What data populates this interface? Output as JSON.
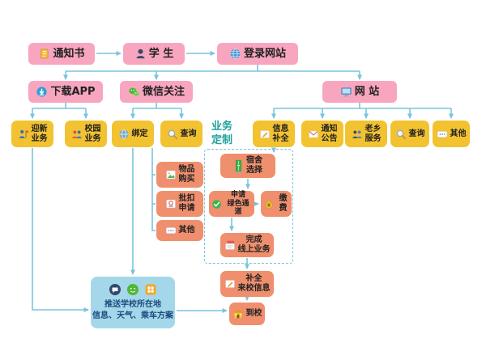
{
  "diagram": {
    "nodes": {
      "notice": "通知书",
      "student": "学 生",
      "login": "登录网站",
      "app": "下载APP",
      "wechat": "微信关注",
      "website": "网 站",
      "welcome": "迎新\n业务",
      "campus": "校园\n业务",
      "bind": "绑定",
      "query_wechat": "查询",
      "custom": "业务\n定制",
      "info_fill": "信息\n补全",
      "announce": "通知\n公告",
      "fellow": "老乡\n服务",
      "query_web": "查询",
      "other_web": "其他",
      "buy": "物品\n购买",
      "batch": "批扣\n申请",
      "other_custom": "其他",
      "dorm": "宿舍\n选择",
      "green": "申请\n绿色通道",
      "pay": "缴费",
      "finish": "完成\n线上业务",
      "fill_info": "补全\n来校信息",
      "arrive": "到校",
      "push": "推送学校所在地\n信息、天气、乘车方案"
    },
    "icons": {
      "notice": "notebook-icon",
      "student": "student-icon",
      "login": "globe-icon",
      "app": "download-icon",
      "wechat": "wechat-icon",
      "website": "monitor-icon",
      "welcome": "flag-person-icon",
      "campus": "people-icon",
      "bind": "globe-icon",
      "query": "magnifier-icon",
      "info_fill": "pencil-card-icon",
      "announce": "envelope-icon",
      "fellow": "people-icon",
      "other": "ellipsis-icon",
      "buy": "picture-card-icon",
      "batch": "stamp-card-icon",
      "dorm": "wardrobe-icon",
      "green": "green-check-icon",
      "pay": "money-bag-icon",
      "finish": "documents-icon",
      "fill_info": "pencil-card-icon",
      "arrive": "school-building-icon",
      "push_icons": "chat-icon, wechat-icon, app-grid-icon"
    },
    "colors": {
      "pink": "#f8a6c0",
      "yellow": "#f2c230",
      "orange": "#ef8f6e",
      "blue_box": "#a5d7ea",
      "arrow": "#79c4dd",
      "custom_label": "#1fa29e"
    }
  }
}
